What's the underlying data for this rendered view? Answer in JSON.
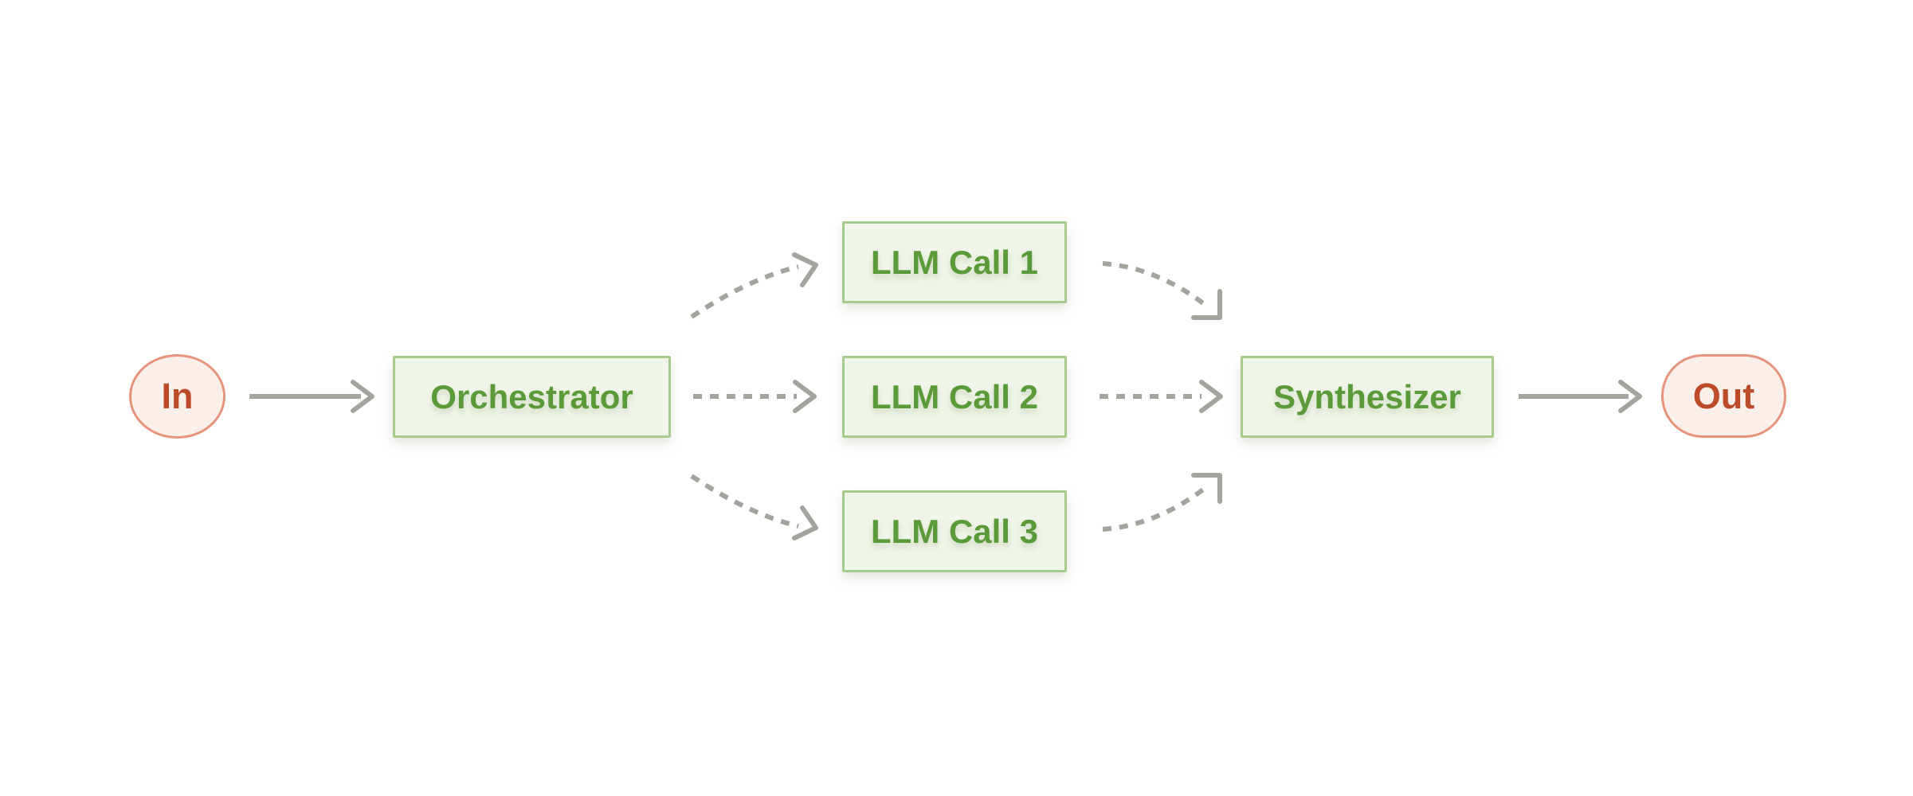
{
  "theme": {
    "background": "#FFFFFF",
    "terminal_fill": "#FBEFE9",
    "terminal_border": "#E6957C",
    "terminal_text": "#BC4B2A",
    "process_fill": "#EFF5E8",
    "process_border": "#A7CB8C",
    "process_text": "#5B9A38",
    "arrow_color": "#A4A49F"
  },
  "diagram": {
    "type": "flowchart",
    "nodes": [
      {
        "id": "in",
        "label": "In",
        "shape": "circle",
        "role": "input-terminal"
      },
      {
        "id": "orchestrator",
        "label": "Orchestrator",
        "shape": "rect",
        "role": "process"
      },
      {
        "id": "llm-call-1",
        "label": "LLM Call 1",
        "shape": "rect",
        "role": "process"
      },
      {
        "id": "llm-call-2",
        "label": "LLM Call 2",
        "shape": "rect",
        "role": "process"
      },
      {
        "id": "llm-call-3",
        "label": "LLM Call 3",
        "shape": "rect",
        "role": "process"
      },
      {
        "id": "synthesizer",
        "label": "Synthesizer",
        "shape": "rect",
        "role": "process"
      },
      {
        "id": "out",
        "label": "Out",
        "shape": "pill",
        "role": "output-terminal"
      }
    ],
    "edges": [
      {
        "from": "in",
        "to": "orchestrator",
        "style": "solid"
      },
      {
        "from": "orchestrator",
        "to": "llm-call-1",
        "style": "dashed-curved"
      },
      {
        "from": "orchestrator",
        "to": "llm-call-2",
        "style": "dashed-straight"
      },
      {
        "from": "orchestrator",
        "to": "llm-call-3",
        "style": "dashed-curved"
      },
      {
        "from": "llm-call-1",
        "to": "synthesizer",
        "style": "dashed-curved"
      },
      {
        "from": "llm-call-2",
        "to": "synthesizer",
        "style": "dashed-straight"
      },
      {
        "from": "llm-call-3",
        "to": "synthesizer",
        "style": "dashed-curved"
      },
      {
        "from": "synthesizer",
        "to": "out",
        "style": "solid"
      }
    ]
  }
}
